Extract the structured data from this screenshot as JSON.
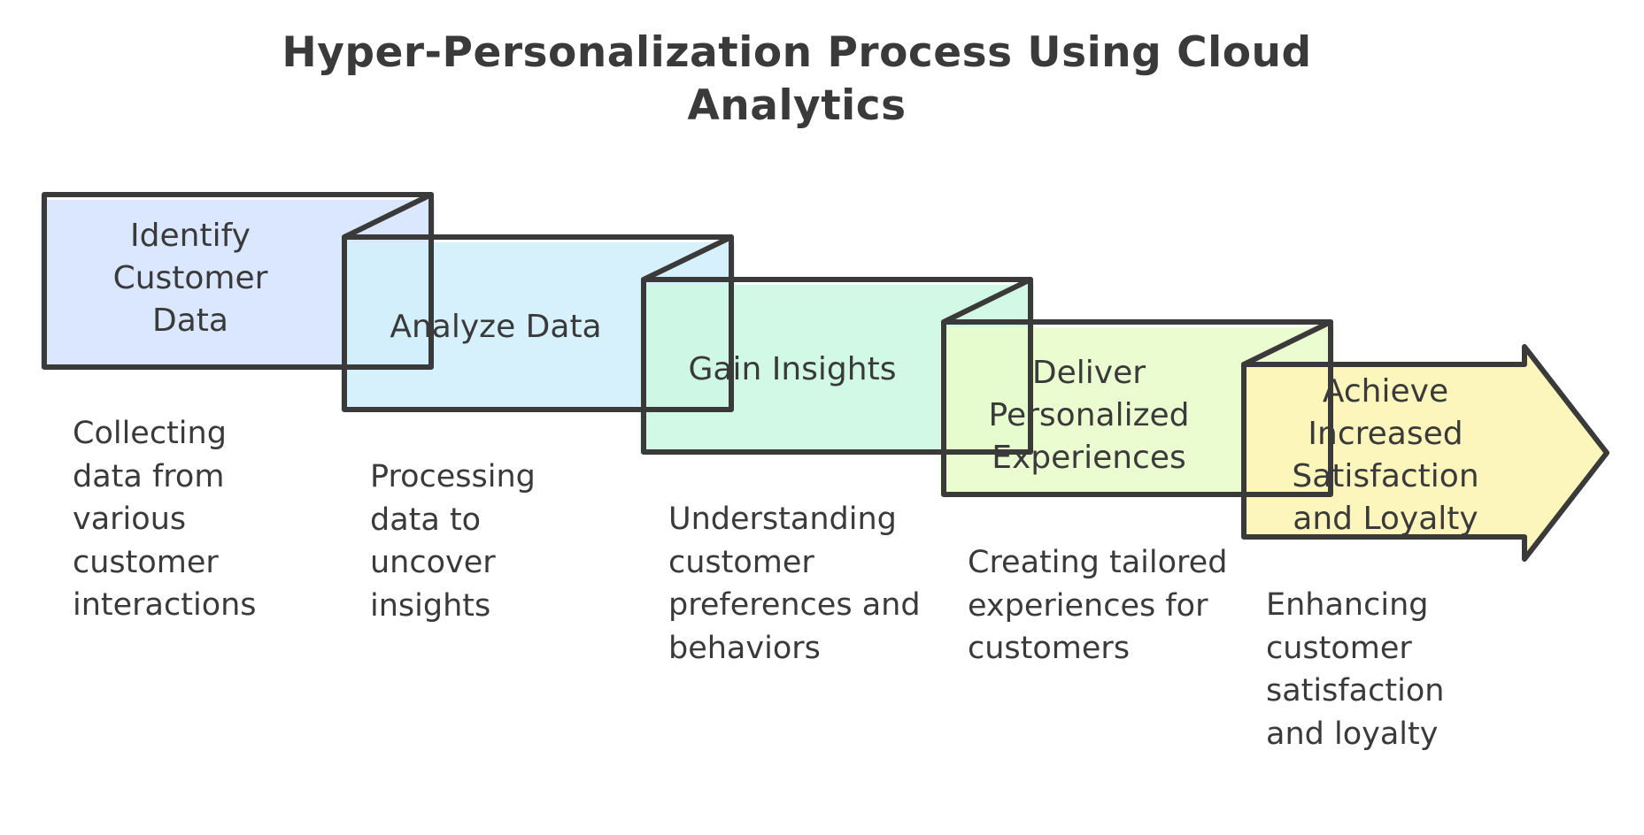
{
  "title": "Hyper-Personalization Process Using Cloud Analytics",
  "colors": {
    "outline": "#3a3a3a",
    "text": "#3a3a3a"
  },
  "steps": [
    {
      "label": "Identify Customer Data",
      "description": "Collecting data from various customer interactions",
      "fill": "#d6e4ff"
    },
    {
      "label": "Analyze Data",
      "description": "Processing data to uncover insights",
      "fill": "#d3f0fc"
    },
    {
      "label": "Gain Insights",
      "description": "Understanding customer preferences and behaviors",
      "fill": "#cdf7e3"
    },
    {
      "label": "Deliver Personalized Experiences",
      "description": "Creating tailored experiences for customers",
      "fill": "#e9fccb"
    },
    {
      "label": "Achieve Increased Satisfaction and Loyalty",
      "description": "Enhancing customer satisfaction and loyalty",
      "fill": "#fdf5b8"
    }
  ]
}
